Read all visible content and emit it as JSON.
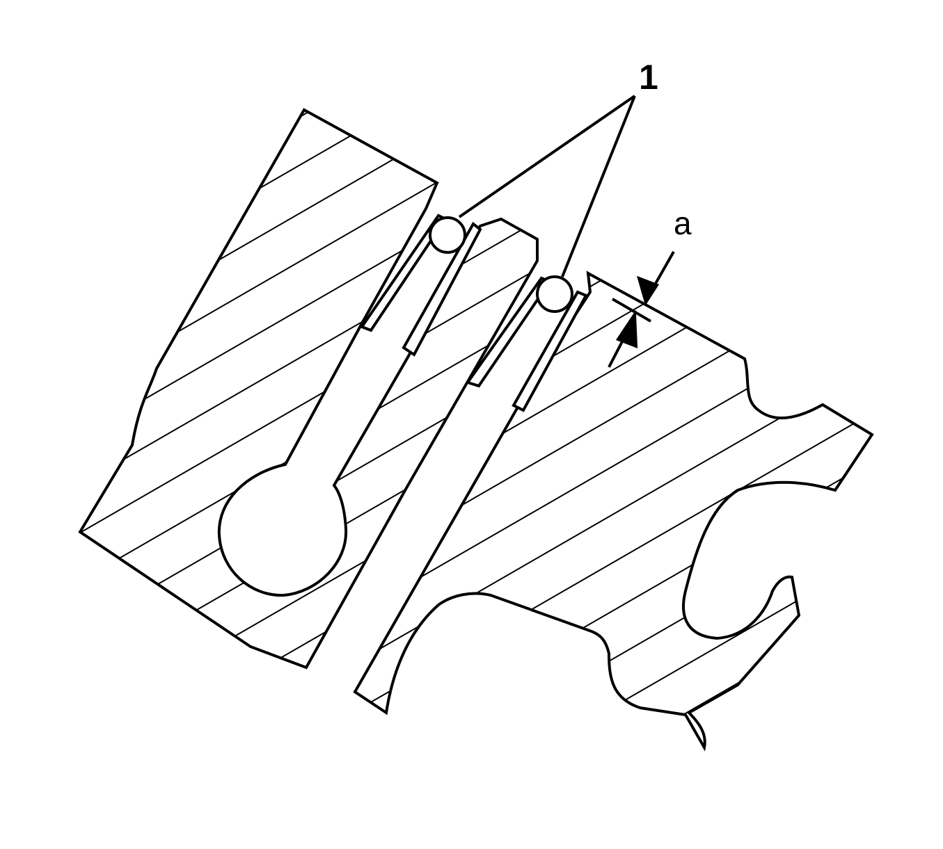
{
  "diagram": {
    "type": "mechanical cross-section",
    "background": "#ffffff",
    "stroke_color": "#000000",
    "callouts": [
      {
        "id": "label-1",
        "text": "1",
        "meaning": "points to two ball/retainer components"
      },
      {
        "id": "label-a",
        "text": "a",
        "meaning": "dimension between two surfaces"
      }
    ]
  }
}
